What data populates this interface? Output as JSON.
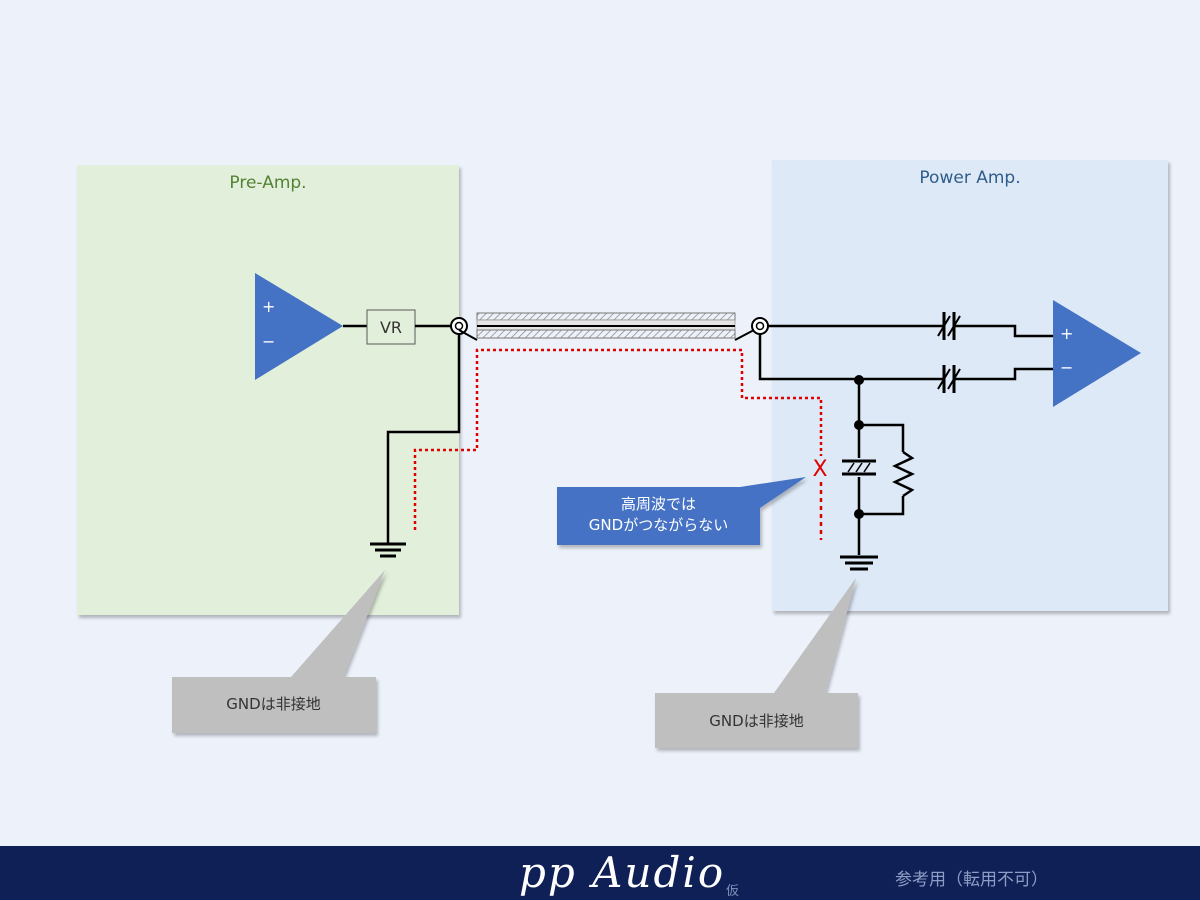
{
  "pre_amp": {
    "title": "Pre-Amp."
  },
  "power_amp": {
    "title": "Power Amp."
  },
  "components": {
    "vr_label": "VR",
    "plus": "+",
    "minus": "−",
    "break_mark": "X"
  },
  "callouts": {
    "gnd_left": "GNDは非接地",
    "gnd_right": "GNDは非接地",
    "high_freq_line1": "高周波では",
    "high_freq_line2": "GNDがつながらない"
  },
  "footer": {
    "brand": "pp Audio",
    "brand_sub": "仮",
    "reference": "参考用（転用不可）"
  },
  "colors": {
    "pre_box": "#e2efda",
    "power_box": "#dde9f6",
    "amp_triangle": "#4472c4",
    "ground_path": "#e00000",
    "callout_gray": "#bfbfbf",
    "callout_blue": "#4472c4",
    "footer": "#0f2057"
  }
}
